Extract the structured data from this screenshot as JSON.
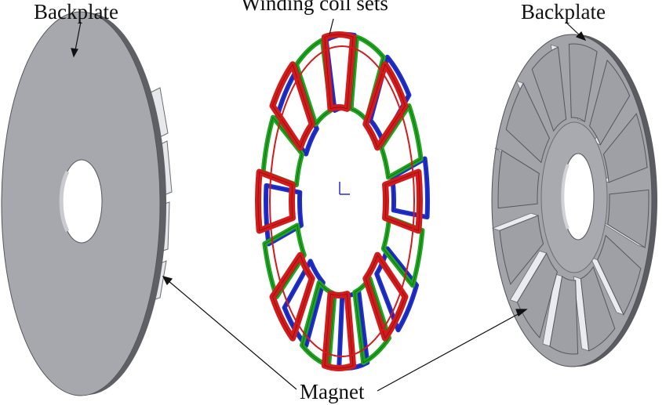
{
  "labels": {
    "left_backplate": "Backplate",
    "winding_coils": "Winding coil sets",
    "right_backplate": "Backplate",
    "magnet": "Magnet"
  },
  "colors": {
    "plate_face": "#a6a8ad",
    "plate_edge": "#5e6066",
    "magnet_face": "#9ea0a6",
    "magnet_light": "#e9ebf0",
    "coil_red": "#d41a1a",
    "coil_green": "#1ea41e",
    "coil_blue": "#1f2fcf",
    "leader": "#111111"
  },
  "coils": {
    "count": 24,
    "phases": [
      "red",
      "green",
      "blue"
    ]
  },
  "magnets": {
    "count": 12
  }
}
